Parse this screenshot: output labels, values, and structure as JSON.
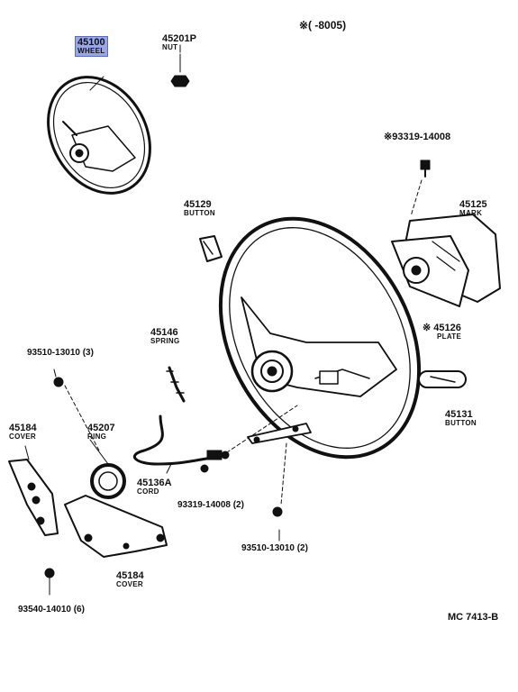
{
  "header_note": "※(      -8005)",
  "footer_code": "MC 7413-B",
  "parts": {
    "wheel": {
      "number": "45100",
      "name": "WHEEL",
      "highlight_color": "#9aa7e6"
    },
    "nut": {
      "number": "45201P",
      "name": "NUT"
    },
    "button_left": {
      "number": "45129",
      "name": "BUTTON"
    },
    "bolt_top": {
      "number": "※93319-14008"
    },
    "mark": {
      "number": "45125",
      "name": "MARK"
    },
    "plate": {
      "number": "※ 45126",
      "name": "PLATE"
    },
    "spring": {
      "number": "45146",
      "name": "SPRING"
    },
    "screw_left": {
      "number": "93510-13010 (3)"
    },
    "button_right": {
      "number": "45131",
      "name": "BUTTON"
    },
    "cover_left": {
      "number": "45184",
      "name": "COVER"
    },
    "ring": {
      "number": "45207",
      "name": "RING"
    },
    "cord": {
      "number": "45136A",
      "name": "CORD"
    },
    "screw_cord": {
      "number": "93319-14008 (2)"
    },
    "screw_right": {
      "number": "93510-13010 (2)"
    },
    "cover_bottom": {
      "number": "45184",
      "name": "COVER"
    },
    "screw_bottom": {
      "number": "93540-14010 (6)"
    }
  }
}
